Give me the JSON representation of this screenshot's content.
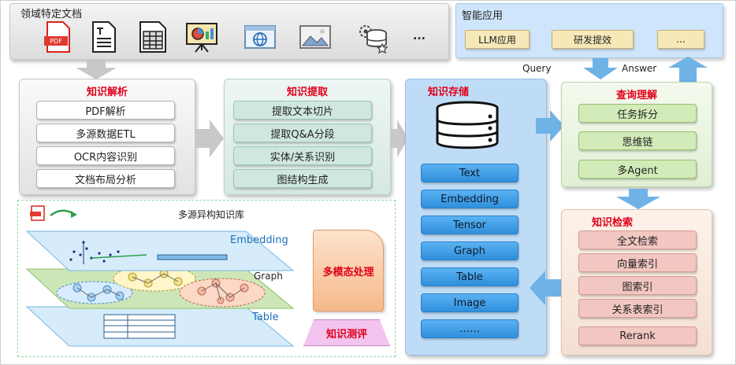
{
  "documents": {
    "title": "领域特定文档",
    "pdf_tag": "PDF",
    "more": "..."
  },
  "app": {
    "title": "智能应用",
    "buttons": [
      "LLM应用",
      "研发提效",
      "..."
    ]
  },
  "flow": {
    "query": "Query",
    "answer": "Answer"
  },
  "parse": {
    "title": "知识解析",
    "items": [
      "PDF解析",
      "多源数据ETL",
      "OCR内容识别",
      "文档布局分析"
    ]
  },
  "extract": {
    "title": "知识提取",
    "items": [
      "提取文本切片",
      "提取Q&A分段",
      "实体/关系识别",
      "图结构生成"
    ]
  },
  "store": {
    "title": "知识存储",
    "items": [
      "Text",
      "Embedding",
      "Tensor",
      "Graph",
      "Table",
      "Image",
      "……"
    ]
  },
  "query": {
    "title": "查询理解",
    "items": [
      "任务拆分",
      "思维链",
      "多Agent"
    ]
  },
  "retrieval": {
    "title": "知识检索",
    "items": [
      "全文检索",
      "向量索引",
      "图索引",
      "关系表索引",
      "Rerank"
    ]
  },
  "kb": {
    "title": "多源异构知识库",
    "layers": [
      "Embedding",
      "Graph",
      "Table"
    ],
    "multimodal": "多模态处理",
    "evaluation": "知识测评"
  },
  "colors": {
    "accent_red": "#e0001b",
    "layer_blue": "#1c6fb8",
    "store_blue": "#2f8fdc",
    "flow_arrow": "#5aa8e0"
  }
}
